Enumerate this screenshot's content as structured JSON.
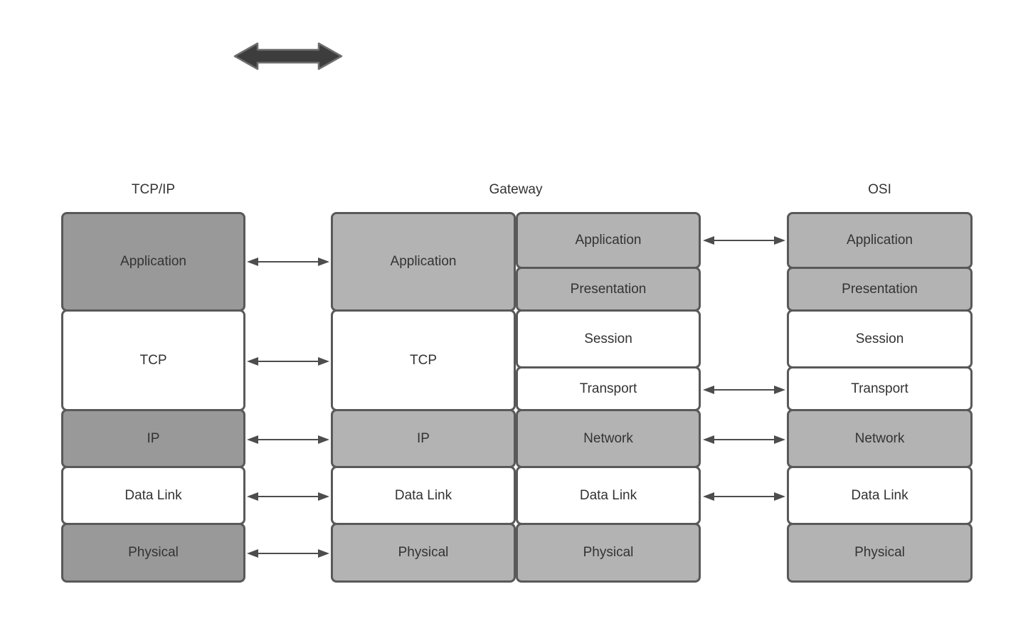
{
  "diagram": {
    "columns": [
      {
        "label": "TCP/IP",
        "rows": [
          {
            "label": "Application"
          },
          {
            "label": "TCP"
          },
          {
            "label": "IP"
          },
          {
            "label": "Data Link"
          },
          {
            "label": "Physical"
          }
        ]
      },
      {
        "label": "Gateway",
        "left_rows": [
          {
            "label": "Application"
          },
          {
            "label": "TCP"
          },
          {
            "label": "IP"
          },
          {
            "label": "Data Link"
          },
          {
            "label": "Physical"
          }
        ],
        "right_rows": [
          {
            "label": "Application"
          },
          {
            "label": "Presentation"
          },
          {
            "label": "Session"
          },
          {
            "label": "Transport"
          },
          {
            "label": "Network"
          },
          {
            "label": "Data Link"
          },
          {
            "label": "Physical"
          }
        ]
      },
      {
        "label": "OSI",
        "rows": [
          {
            "label": "Application"
          },
          {
            "label": "Presentation"
          },
          {
            "label": "Session"
          },
          {
            "label": "Transport"
          },
          {
            "label": "Network"
          },
          {
            "label": "Data Link"
          },
          {
            "label": "Physical"
          }
        ]
      }
    ],
    "colors": {
      "background": "#ffffff",
      "dark_box_fill": "#999999",
      "light_box_fill": "#b3b3b3",
      "white_box_fill": "#ffffff",
      "box_border": "#595959",
      "text": "#333333",
      "connector_arrow": "#4d4d4d",
      "thick_arrow_fill": "#3d3d3d",
      "thick_arrow_stroke": "#6e6e6e"
    }
  }
}
